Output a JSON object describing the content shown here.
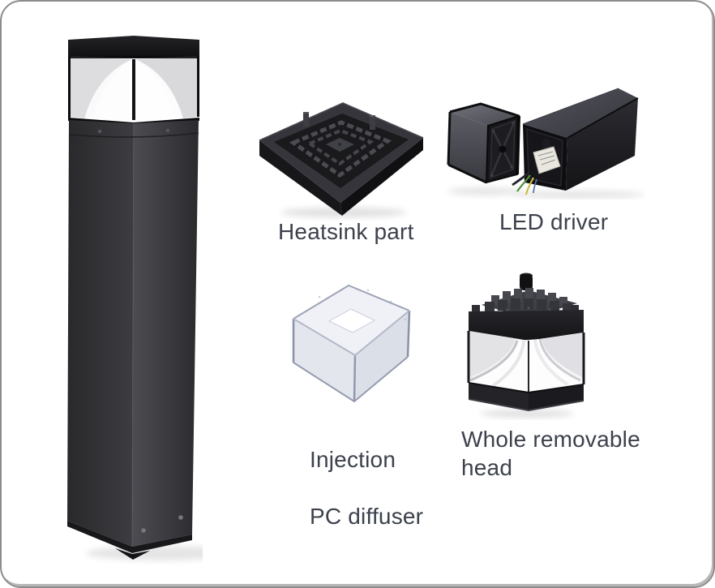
{
  "page": {
    "background": "#ffffff",
    "label_color": "#3c414c",
    "description_images": {
      "bollard": "bollard-light-product-photo",
      "heatsink": "heatsink-part-photo",
      "led_driver": "led-driver-compartment-photo",
      "diffuser": "injection-pc-diffuser-photo",
      "head": "whole-removable-head-photo"
    },
    "colors": {
      "product_black": "#1b1b1e",
      "body_gray": "#3a3a3d",
      "diffuser_tint": "#dfe3ec",
      "reflector_white": "#f7f7f9",
      "wire_green": "#4e8f3c",
      "wire_yellow": "#c9bd45"
    }
  },
  "parts": {
    "heatsink": {
      "label": "Heatsink part"
    },
    "led_driver": {
      "label": "LED driver"
    },
    "diffuser": {
      "label_line1": "Injection",
      "label_line2": "PC diffuser"
    },
    "head": {
      "label": "Whole removable head"
    }
  }
}
